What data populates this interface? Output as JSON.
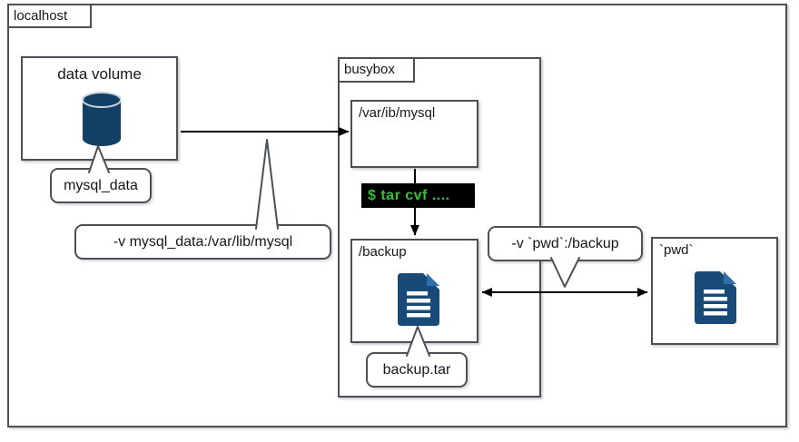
{
  "diagram": {
    "host_label": "localhost",
    "data_volume": {
      "title": "data volume",
      "icon": "database-cylinder-icon",
      "volume_name_callout": "mysql_data"
    },
    "callouts": {
      "volume_mount": "-v mysql_data:/var/lib/mysql",
      "pwd_mount": "-v `pwd`:/backup",
      "backup_file": "backup.tar"
    },
    "busybox": {
      "label": "busybox",
      "mysql_dir": "/var/ib/mysql",
      "tar_command": "$ tar cvf ....",
      "backup_dir": "/backup",
      "file_icon": "document-icon"
    },
    "pwd_box": {
      "label": "`pwd`",
      "file_icon": "document-icon"
    },
    "colors": {
      "box_border": "#4b5058",
      "arrow_black": "#000000",
      "database_navy": "#123f66",
      "database_rim": "#c9d2d9",
      "document_navy": "#174a77",
      "document_fold_blue": "#2f6fae",
      "terminal_background": "#000000",
      "terminal_green": "#33c433"
    }
  }
}
